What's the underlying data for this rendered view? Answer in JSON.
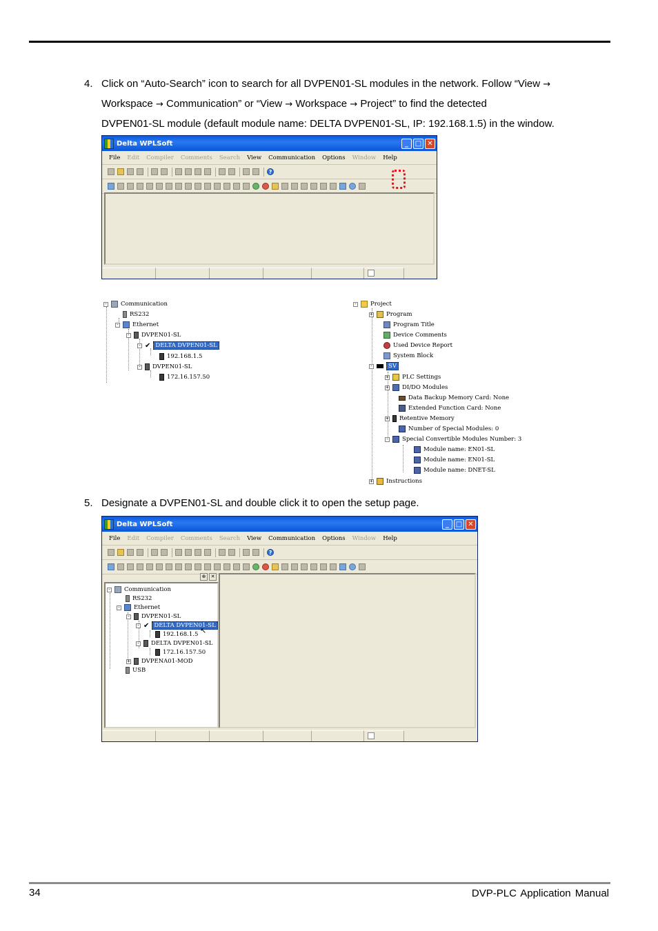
{
  "page": {
    "page_number": "34",
    "manual_title": "DVP-PLC Application Manual"
  },
  "steps": [
    {
      "number": "4.",
      "lines": [
        "Click on “Auto-Search” icon to search for all DVPEN01-SL modules in the network. Follow “View",
        "Workspace",
        "Communication” or “View",
        "Workspace",
        "Project” to find the detected",
        "DVPEN01-SL module (default module name: DELTA DVPEN01-SL, IP: 192.168.1.5) in the window."
      ]
    },
    {
      "number": "5.",
      "lines": [
        "Designate a DVPEN01-SL and double click it to open the setup page."
      ]
    }
  ],
  "arrow_glyph": "→",
  "window": {
    "title": "Delta WPLSoft",
    "minimize": "_",
    "maximize": "□",
    "close": "✕",
    "menu": [
      "File",
      "Edit",
      "Compiler",
      "Comments",
      "Search",
      "View",
      "Communication",
      "Options",
      "Window",
      "Help"
    ],
    "help_icon": "?"
  },
  "comm_tree_1": {
    "root": "Communication",
    "rs232": "RS232",
    "ethernet": "Ethernet",
    "module1": "DVPEN01-SL",
    "module1_child": "DELTA DVPEN01-SL",
    "module1_ip": "192.168.1.5",
    "module2": "DVPEN01-SL",
    "module2_ip": "172.16.157.50",
    "check": "✔"
  },
  "project_tree": {
    "root": "Project",
    "items": [
      "Program",
      "Program Title",
      "Device Comments",
      "Used Device Report",
      "System Block"
    ],
    "sv": "SV",
    "sv_items": [
      "PLC Settings",
      "DI/DO Modules",
      "Data Backup Memory Card: None",
      "Extended Function Card: None",
      "Retentive Memory",
      "Number of Special Modules: 0",
      "Special Convertible Modules Number: 3"
    ],
    "modules": [
      "Module name: EN01-SL",
      "Module name: EN01-SL",
      "Module name: DNET-SL"
    ],
    "instructions": "Instructions"
  },
  "comm_tree_2": {
    "root": "Communication",
    "rs232": "RS232",
    "ethernet": "Ethernet",
    "module1": "DVPEN01-SL",
    "module1_child": "DELTA DVPEN01-SL",
    "module1_ip": "192.168.1.5",
    "module2": "DELTA DVPEN01-SL",
    "module2_ip": "172.16.157.50",
    "module3": "DVPENA01-MOD",
    "usb": "USB",
    "check": "✔",
    "panel_pin": "⊕",
    "panel_close": "✕"
  }
}
